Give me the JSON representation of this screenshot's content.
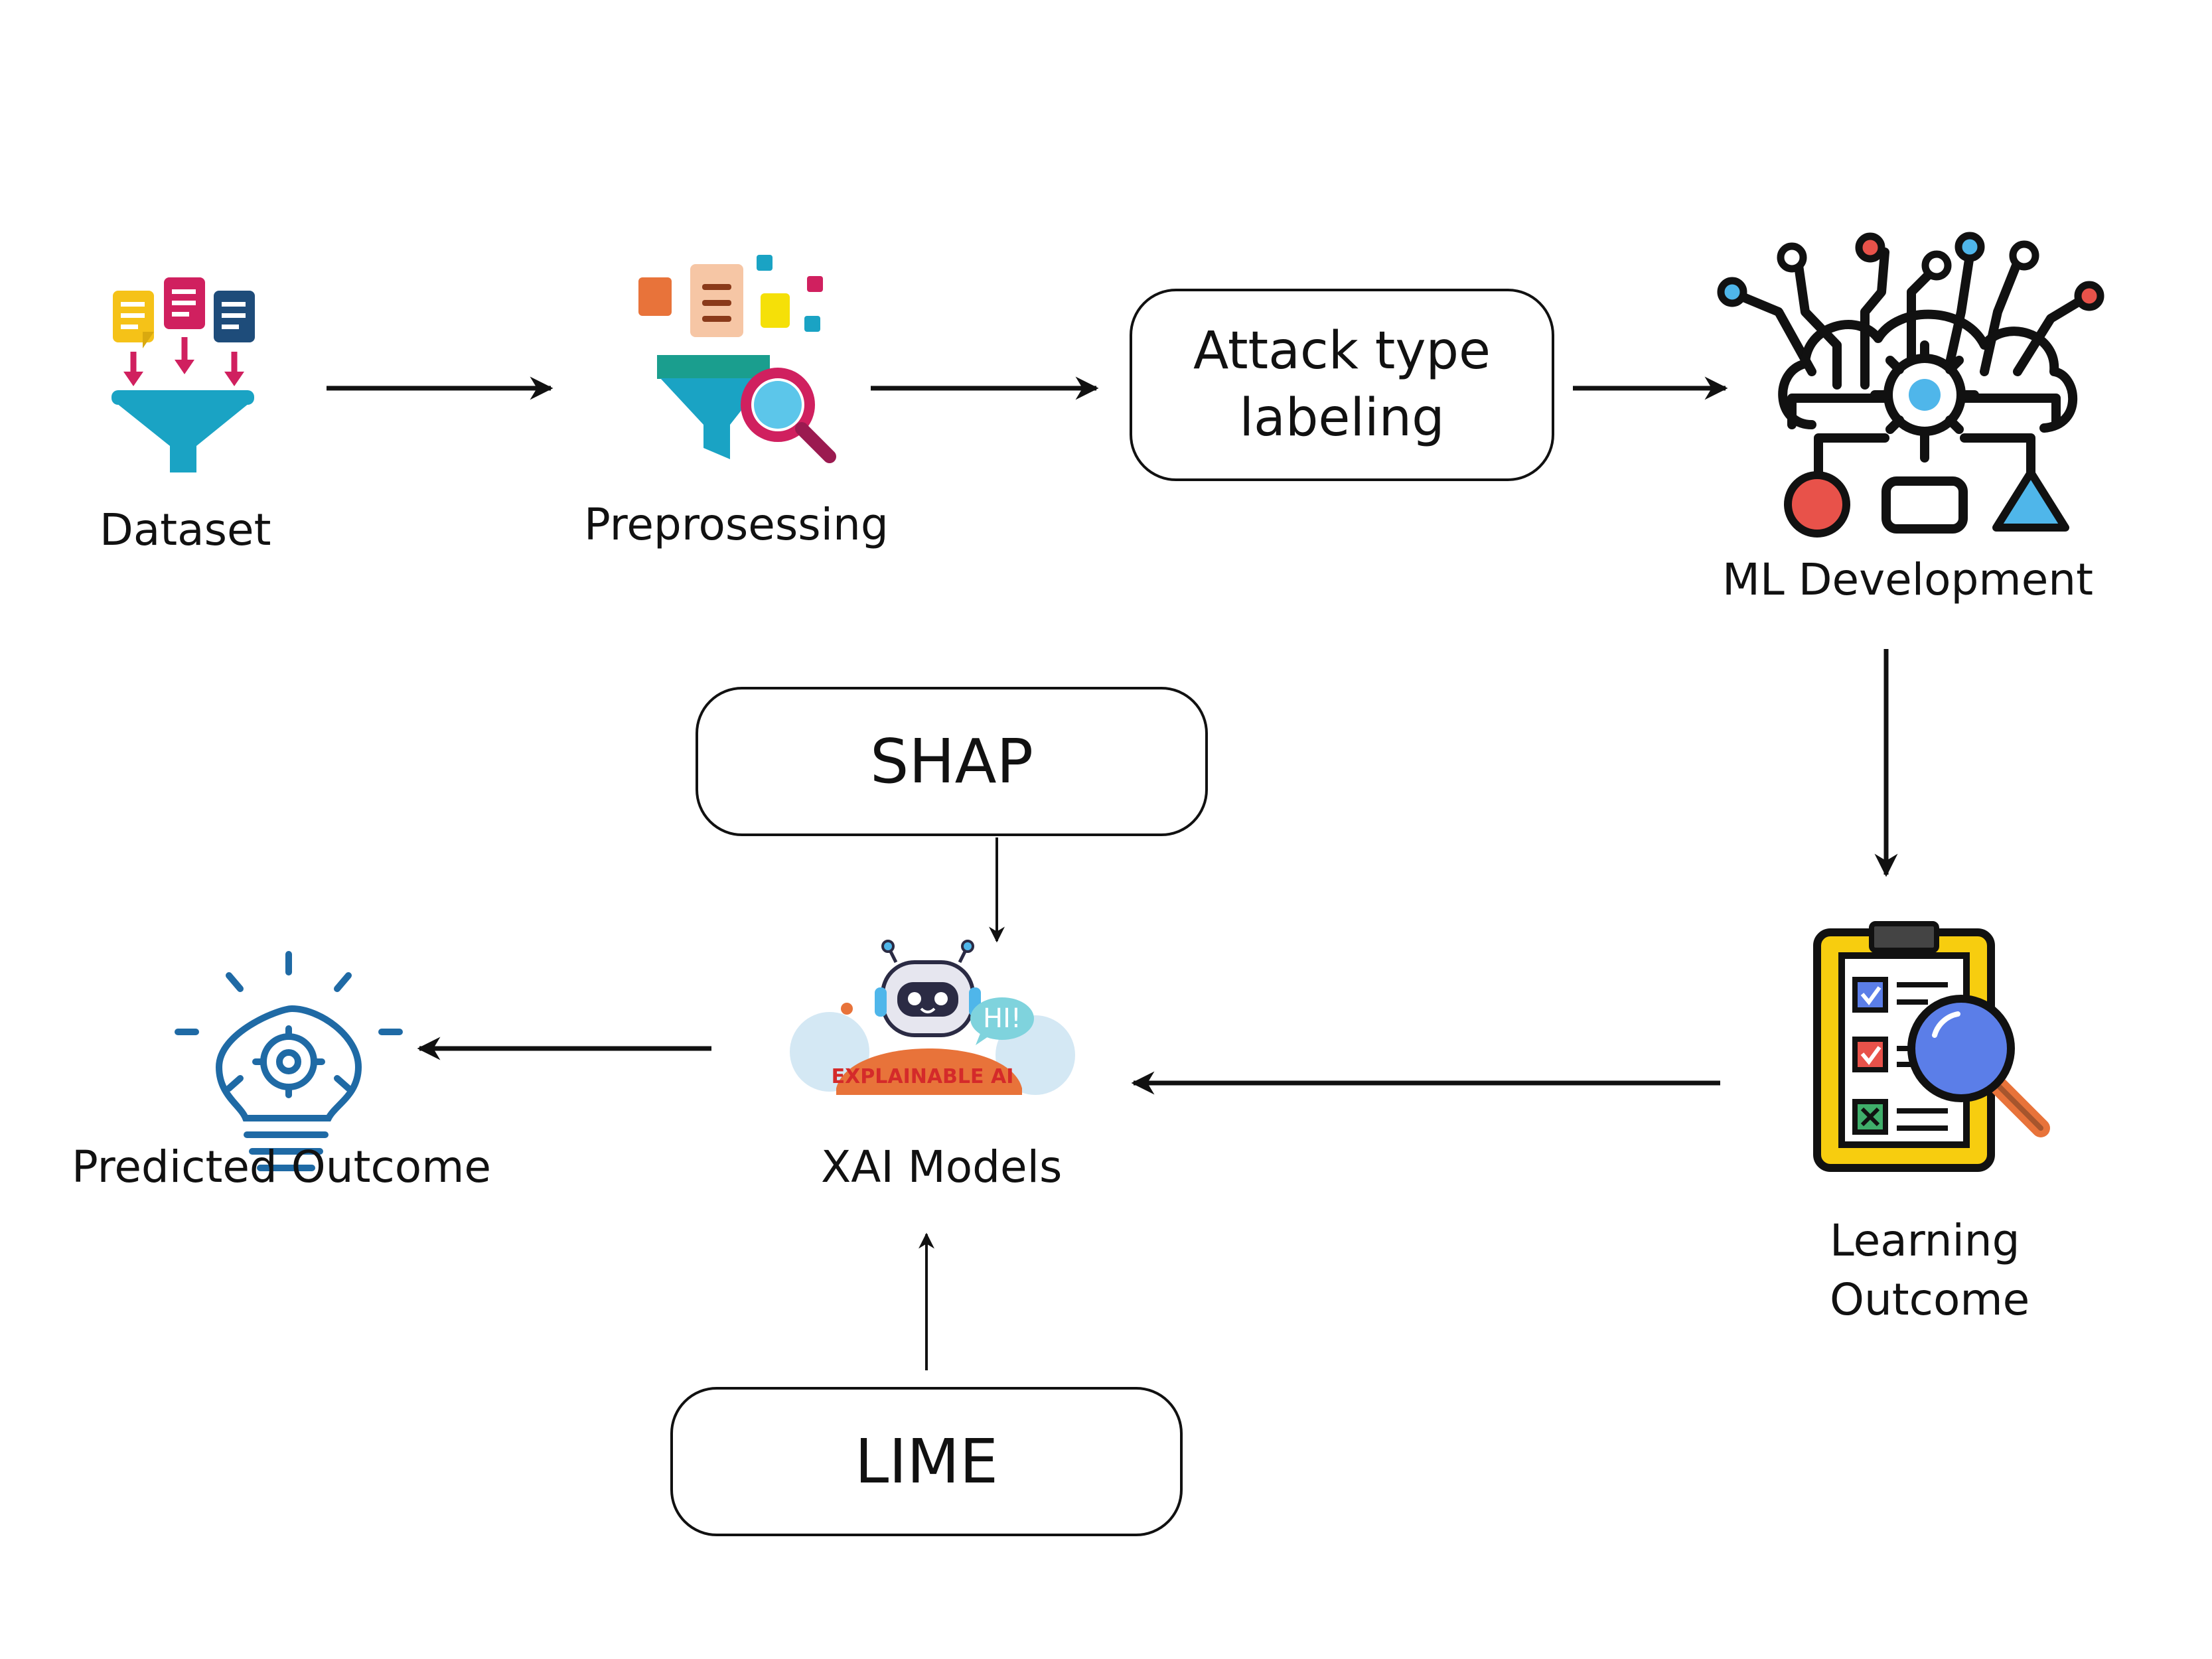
{
  "nodes": {
    "dataset": {
      "label": "Dataset",
      "icon": "dataset-funnel-icon"
    },
    "preprocessing": {
      "label": "Preprosessing",
      "icon": "preprocessing-filter-search-icon"
    },
    "attack_type_labeling": {
      "label_line1": "Attack type",
      "label_line2": "labeling"
    },
    "ml_development": {
      "label": "ML Development",
      "icon": "ml-cloud-gear-network-icon"
    },
    "learning_outcome": {
      "label_line1": "Learning",
      "label_line2": "Outcome",
      "icon": "clipboard-checklist-magnifier-icon"
    },
    "xai_models": {
      "label": "XAI Models",
      "icon": "explainable-ai-robot-icon",
      "badge_text": "EXPLAINABLE AI",
      "speech_text": "HI!"
    },
    "predicted_outcome": {
      "label": "Predicted Outcome",
      "icon": "lightbulb-gear-icon"
    },
    "shap": {
      "label": "SHAP"
    },
    "lime": {
      "label": "LIME"
    }
  },
  "colors": {
    "ink": "#111111",
    "teal": "#1aa3c4",
    "magenta": "#d0205f",
    "yellow": "#f5c218",
    "navy": "#1e4c7a",
    "blue": "#1f6aa5",
    "red": "#e8524a",
    "orange": "#e8733a",
    "light_blue": "#4fb6ea",
    "peach": "#f6c6a5",
    "clipboard_yellow": "#f7cd0f"
  }
}
